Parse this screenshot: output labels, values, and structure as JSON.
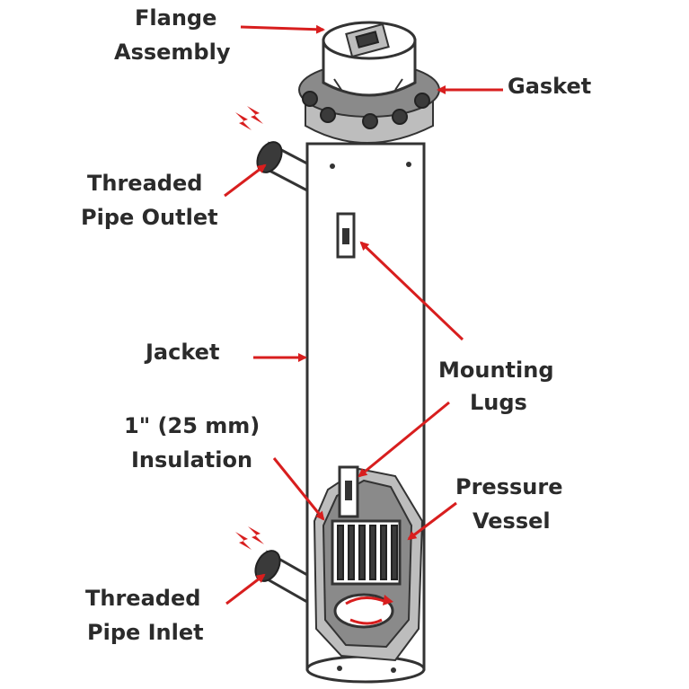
{
  "labels": {
    "flange_assembly_1": "Flange",
    "flange_assembly_2": "Assembly",
    "gasket": "Gasket",
    "threaded_pipe_outlet_1": "Threaded",
    "threaded_pipe_outlet_2": "Pipe Outlet",
    "jacket": "Jacket",
    "mounting_lugs_1": "Mounting",
    "mounting_lugs_2": "Lugs",
    "insulation_1": "1\" (25 mm)",
    "insulation_2": "Insulation",
    "pressure_vessel_1": "Pressure",
    "pressure_vessel_2": "Vessel",
    "threaded_pipe_inlet_1": "Threaded",
    "threaded_pipe_inlet_2": "Pipe Inlet"
  },
  "colors": {
    "arrow": "#d81e1e",
    "text": "#2b2b2b",
    "outline": "#333333"
  }
}
